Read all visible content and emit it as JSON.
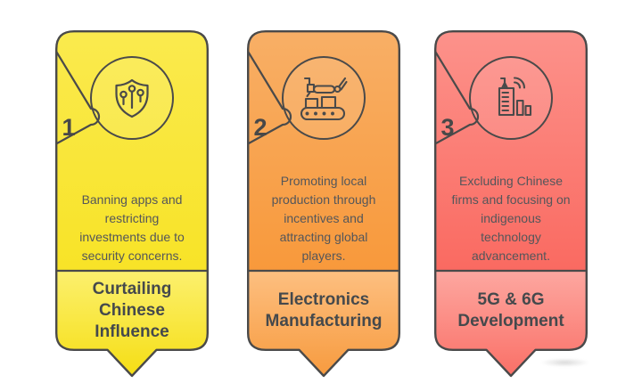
{
  "background": "#FFFFFF",
  "ink": "#4A4A4A",
  "cards": [
    {
      "number": "1",
      "icon": "shield-circuit-icon",
      "description": "Banning apps and restricting investments due to security concerns.",
      "title": "Curtailing Chinese Influence",
      "colors": {
        "desc_top": "#FAEA4E",
        "desc_bottom": "#F8E327",
        "title_top": "#FCF06E",
        "title_bottom": "#F5DE14"
      }
    },
    {
      "number": "2",
      "icon": "robot-conveyor-icon",
      "description": "Promoting local production through incentives and attracting global players.",
      "title": "Electronics Manufacturing",
      "colors": {
        "desc_top": "#F8AF66",
        "desc_bottom": "#F8993B",
        "title_top": "#FDBF80",
        "title_bottom": "#F79B3F"
      }
    },
    {
      "number": "3",
      "icon": "building-5g-icon",
      "description": "Excluding Chinese firms and focusing on indigenous technology advancement.",
      "title": "5G & 6G Development",
      "colors": {
        "desc_top": "#FC928B",
        "desc_bottom": "#FA6A61",
        "title_top": "#FDA7A0",
        "title_bottom": "#FA7067"
      }
    }
  ]
}
